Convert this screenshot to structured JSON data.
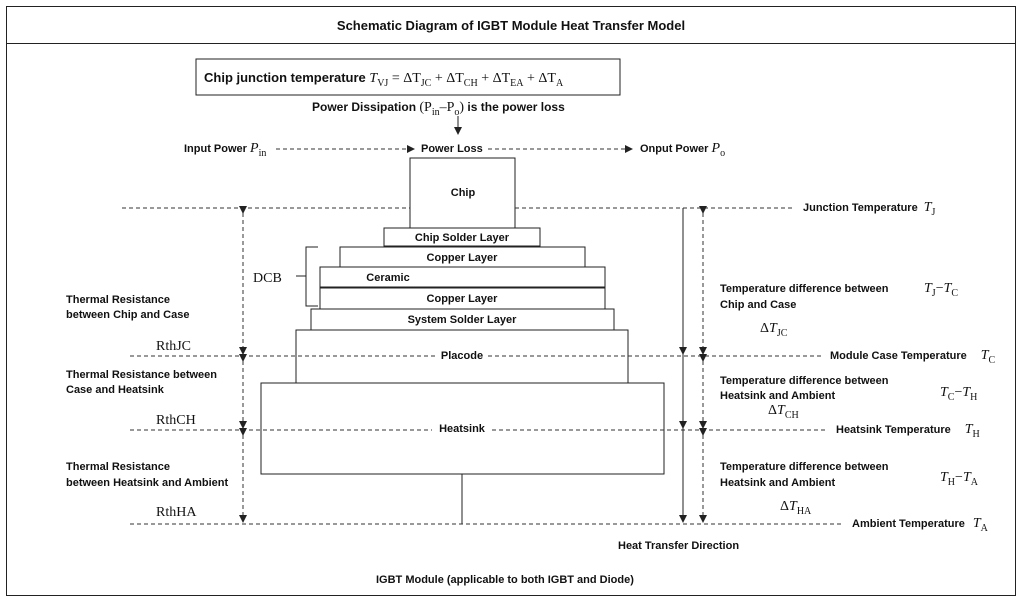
{
  "title": "Schematic Diagram of IGBT Module Heat Transfer Model",
  "formula": {
    "prefix": "Chip junction temperature ",
    "lhs": "T",
    "lhs_sub": "VJ",
    "rhs": " = ΔT",
    "t1": "JC",
    "t2": "CH",
    "t3": "EA",
    "t4": "A"
  },
  "power_dissipation": {
    "lead": "Power Dissipation ",
    "expr_open": "(P",
    "in_sub": "in",
    "mid": "–P",
    "o_sub": "o",
    "expr_close": ")",
    "tail": "  is the power loss"
  },
  "power_flow": {
    "input_label": "Input Power ",
    "input_sub": "in",
    "loss_label": "Power Loss",
    "output_label": "Onput Power ",
    "output_sub": "o"
  },
  "layers": {
    "chip": "Chip",
    "chip_solder": "Chip Solder Layer",
    "copper_top": "Copper Layer",
    "ceramic": "Ceramic",
    "copper_bottom": "Copper Layer",
    "system_solder": "System Solder Layer",
    "placode": "Placode",
    "heatsink": "Heatsink",
    "dcb": "DCB"
  },
  "resistances": {
    "jc_desc_1": "Thermal Resistance",
    "jc_desc_2": "between Chip and Case",
    "jc_name": "RthJC",
    "ch_desc_1": "Thermal Resistance between",
    "ch_desc_2": "Case and Heatsink",
    "ch_name": "RthCH",
    "ha_desc_1": "Thermal Resistance",
    "ha_desc_2": "between Heatsink and Ambient",
    "ha_name": "RthHA"
  },
  "temperatures": {
    "junction": "Junction Temperature",
    "junction_sub": "J",
    "case": "Module Case Temperature",
    "case_sub": "C",
    "heatsink": "Heatsink Temperature",
    "heatsink_sub": "H",
    "ambient": "Ambient Temperature",
    "ambient_sub": "A"
  },
  "differences": {
    "jc_1": "Temperature difference between",
    "jc_2": "Chip and Case",
    "jc_expr_a": "J",
    "jc_expr_b": "C",
    "jc_delta": "JC",
    "ch_1": "Temperature difference between",
    "ch_2": "Heatsink and Ambient",
    "ch_expr_a": "C",
    "ch_expr_b": "H",
    "ch_delta": "CH",
    "ha_1": "Temperature difference between",
    "ha_2": "Heatsink and Ambient",
    "ha_expr_a": "H",
    "ha_expr_b": "A",
    "ha_delta": "HA"
  },
  "heat_direction": "Heat Transfer Direction",
  "footer": "IGBT Module (applicable to both IGBT and Diode)"
}
